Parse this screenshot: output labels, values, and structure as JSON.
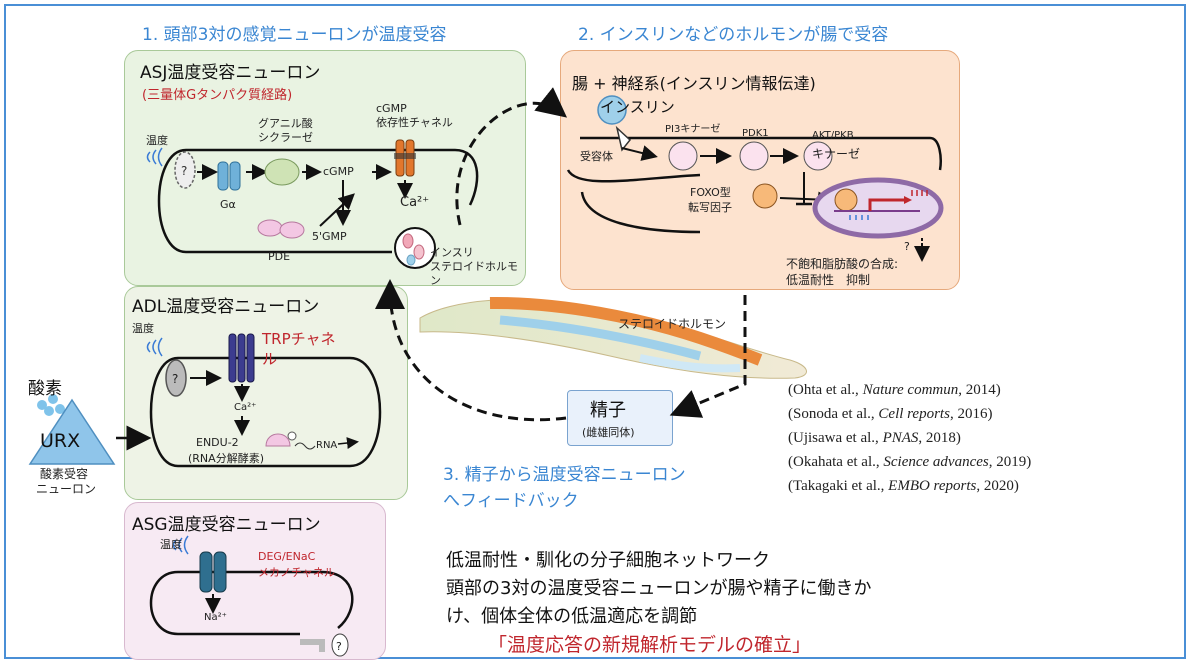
{
  "headings": {
    "step1": "1. 頭部3対の感覚ニューロンが温度受容",
    "step2": "2. インスリンなどのホルモンが腸で受容",
    "step3_line1": "3. 精子から温度受容ニューロン",
    "step3_line2": "へフィードバック"
  },
  "asj": {
    "title": "ASJ温度受容ニューロン",
    "subtitle": "(三量体Gタンパク質経路)",
    "temp": "温度",
    "gc_line1": "グアニル酸",
    "gc_line2": "シクラーゼ",
    "channel_line1": "cGMP",
    "channel_line2": "依存性チャネル",
    "cgmp": "cGMP",
    "ca": "Ca²⁺",
    "galpha": "Gα",
    "pde": "PDE",
    "gmp5": "5'GMP",
    "release_line1": "インスリ",
    "release_line2": "ステロイドホルモ",
    "release_line3": "ン"
  },
  "adl": {
    "title": "ADL温度受容ニューロン",
    "temp": "温度",
    "trp_line1": "TRPチャネ",
    "trp_line2": "ル",
    "ca": "Ca²⁺",
    "endu_line1": "ENDU-2",
    "endu_line2": "(RNA分解酵素)",
    "rna": "RNA"
  },
  "asg": {
    "title": "ASG温度受容ニューロン",
    "temp": "温度",
    "deg_line1": "DEG/ENaC",
    "deg_line2": "メカノチャネル",
    "na": "Na²⁺"
  },
  "urx": {
    "oxygen": "酸素",
    "name": "URX",
    "label_line1": "酸素受容",
    "label_line2": "ニューロン"
  },
  "gut": {
    "title": "腸 + 神経系(インスリン情報伝達)",
    "insulin": "インスリン",
    "pi3": "PI3キナーゼ",
    "pdk1": "PDK1",
    "akt_line1": "AKT/PKB",
    "akt_line2": "キナーゼ",
    "receptor": "受容体",
    "foxo_line1": "FOXO型",
    "foxo_line2": "転写因子",
    "question": "?",
    "result_line1": "不飽和脂肪酸の合成:",
    "result_line2": "低温耐性　抑制"
  },
  "worm": {
    "steroid": "ステロイドホルモン"
  },
  "sperm": {
    "title": "精子",
    "sub": "(雌雄同体)"
  },
  "references": [
    {
      "pre": "(Ohta et al., ",
      "journal": "Nature commun",
      "post": ", 2014)"
    },
    {
      "pre": "(Sonoda et al., ",
      "journal": "Cell reports",
      "post": ", 2016)"
    },
    {
      "pre": "(Ujisawa et al., ",
      "journal": "PNAS",
      "post": ", 2018)"
    },
    {
      "pre": "(Okahata et al., ",
      "journal": "Science advances",
      "post": ", 2019)"
    },
    {
      "pre": "(Takagaki et al., ",
      "journal": "EMBO reports",
      "post": ", 2020)"
    }
  ],
  "summary": {
    "line1": "低温耐性・馴化の分子細胞ネットワーク",
    "line2": "頭部の3対の温度受容ニューロンが腸や精子に働きか",
    "line3": "け、個体全体の低温適応を調節",
    "highlight": "「温度応答の新規解析モデルの確立」"
  },
  "colors": {
    "frame": "#4a8fd6",
    "heading": "#3a86d2",
    "asj_bg": "#e9f3e2",
    "adl_bg": "#eef3e6",
    "asg_bg": "#f7eaf3",
    "gut_bg": "#fde3cf",
    "accent_red": "#c0262d"
  }
}
